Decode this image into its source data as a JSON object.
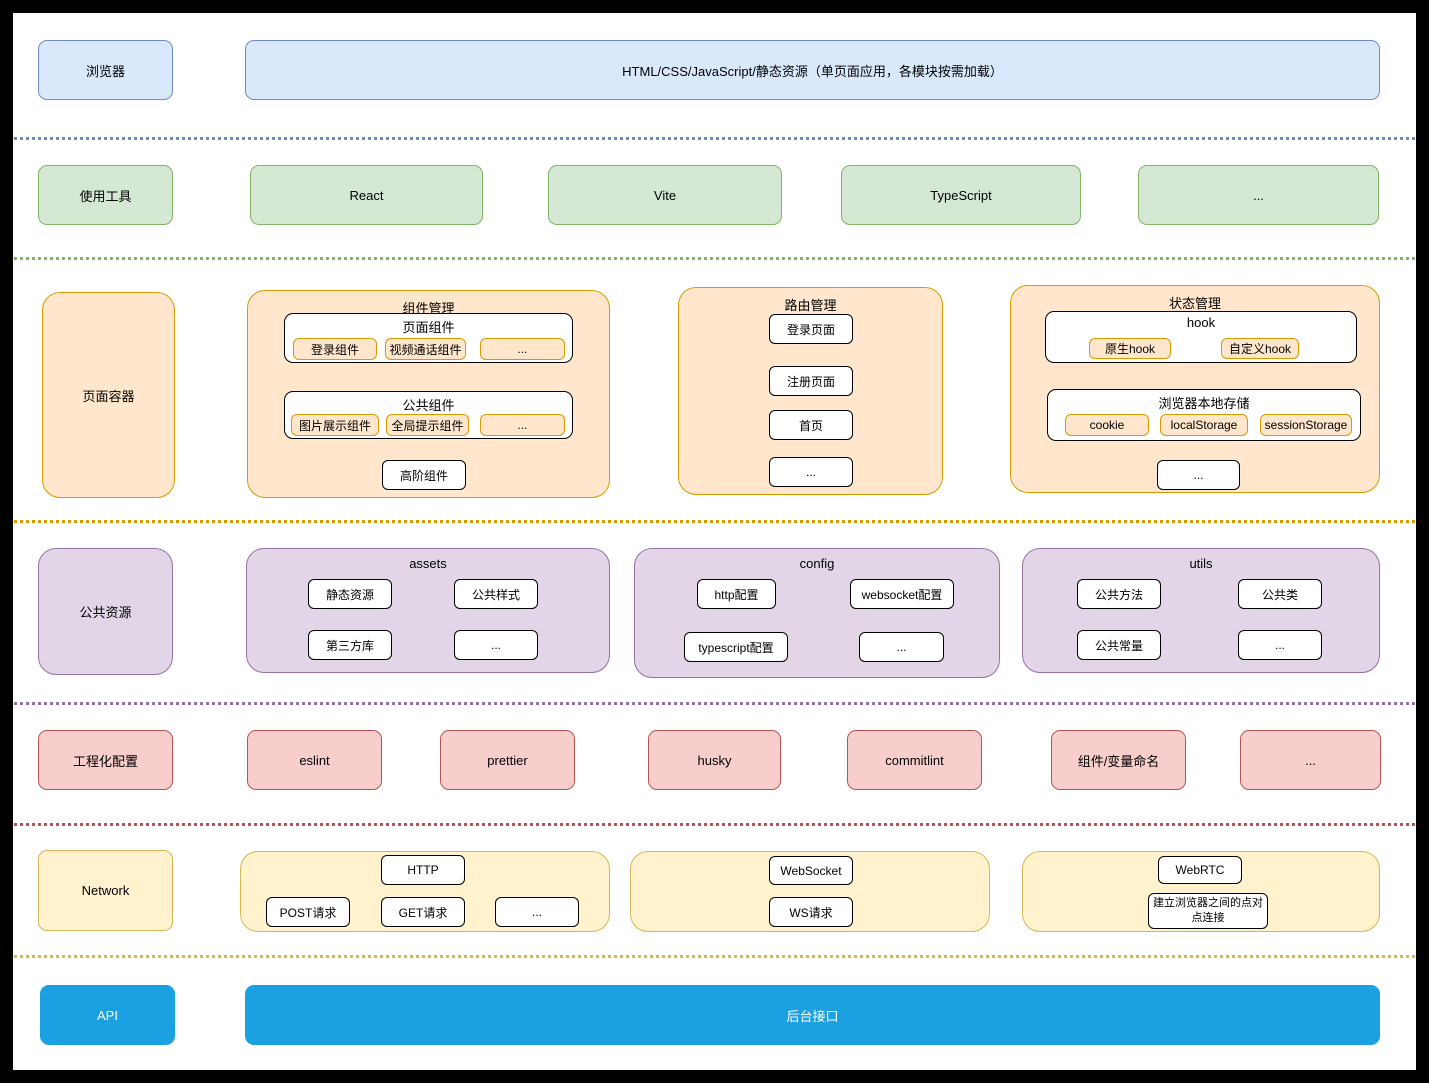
{
  "row1": {
    "label": "浏览器",
    "bar": "HTML/CSS/JavaScript/静态资源（单页面应用，各模块按需加载）"
  },
  "row2": {
    "label": "使用工具",
    "items": [
      "React",
      "Vite",
      "TypeScript",
      "..."
    ]
  },
  "row3": {
    "label": "页面容器",
    "component": {
      "title": "组件管理",
      "page": {
        "title": "页面组件",
        "chips": [
          "登录组件",
          "视频通话组件",
          "..."
        ]
      },
      "common": {
        "title": "公共组件",
        "chips": [
          "图片展示组件",
          "全局提示组件",
          "..."
        ]
      },
      "hoc": "高阶组件"
    },
    "route": {
      "title": "路由管理",
      "items": [
        "登录页面",
        "注册页面",
        "首页",
        "..."
      ]
    },
    "state": {
      "title": "状态管理",
      "hook": {
        "title": "hook",
        "chips": [
          "原生hook",
          "自定义hook"
        ]
      },
      "storage": {
        "title": "浏览器本地存储",
        "chips": [
          "cookie",
          "localStorage",
          "sessionStorage"
        ]
      },
      "more": "..."
    }
  },
  "row4": {
    "label": "公共资源",
    "assets": {
      "title": "assets",
      "chips": [
        "静态资源",
        "公共样式",
        "第三方库",
        "..."
      ]
    },
    "config": {
      "title": "config",
      "chips": [
        "http配置",
        "websocket配置",
        "typescript配置",
        "..."
      ]
    },
    "utils": {
      "title": "utils",
      "chips": [
        "公共方法",
        "公共类",
        "公共常量",
        "..."
      ]
    }
  },
  "row5": {
    "label": "工程化配置",
    "items": [
      "eslint",
      "prettier",
      "husky",
      "commitlint",
      "组件/变量命名",
      "..."
    ]
  },
  "row6": {
    "label": "Network",
    "http": {
      "title": "HTTP",
      "chips": [
        "POST请求",
        "GET请求",
        "..."
      ]
    },
    "ws": {
      "title": "WebSocket",
      "chips": [
        "WS请求"
      ]
    },
    "webrtc": {
      "title": "WebRTC",
      "chips": [
        "建立浏览器之间的点对点连接"
      ]
    }
  },
  "row7": {
    "label": "API",
    "bar": "后台接口"
  },
  "colors": {
    "blue_fill": "#dae8fc",
    "blue_stroke": "#6c8ebf",
    "green_fill": "#d5e8d4",
    "green_stroke": "#82b366",
    "orange_fill": "#ffe6cc",
    "orange_stroke": "#d79b00",
    "purple_fill": "#e1d5e7",
    "purple_stroke": "#9673a6",
    "red_fill": "#f8cecc",
    "red_stroke": "#b85450",
    "yellow_fill": "#fff2cc",
    "yellow_stroke": "#d6b656",
    "solid_blue": "#1ba1e2"
  }
}
